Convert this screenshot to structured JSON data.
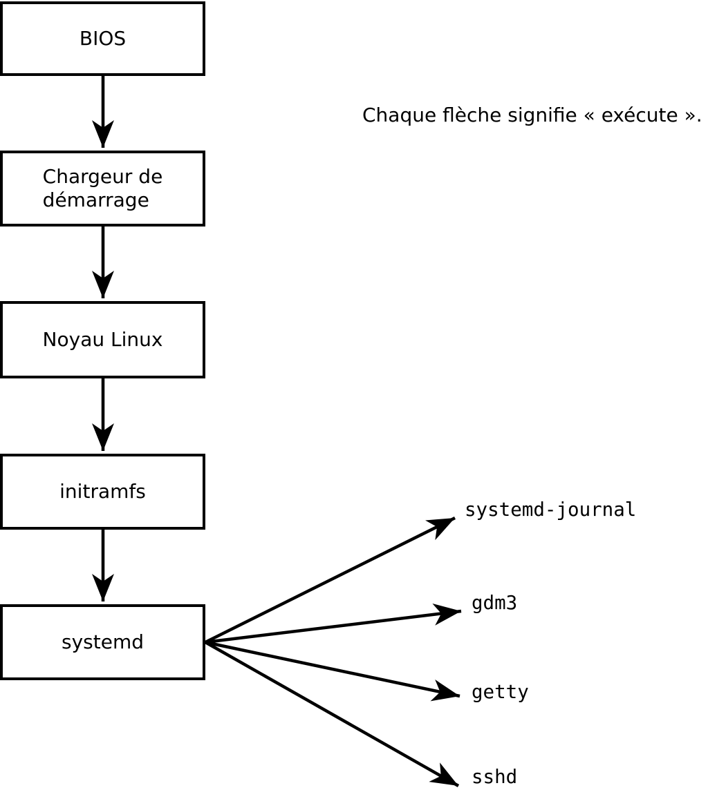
{
  "diagram": {
    "annotation": "Chaque flèche signifie « exécute ».",
    "flow_boxes": [
      {
        "id": "bios",
        "label": "BIOS"
      },
      {
        "id": "bootloader",
        "label": "Chargeur de\ndémarrage"
      },
      {
        "id": "kernel",
        "label": "Noyau Linux"
      },
      {
        "id": "initramfs",
        "label": "initramfs"
      },
      {
        "id": "systemd",
        "label": "systemd"
      }
    ],
    "spawned_processes": [
      "systemd-journal",
      "gdm3",
      "getty",
      "sshd"
    ],
    "edges": [
      {
        "from": "BIOS",
        "to": "Chargeur de démarrage"
      },
      {
        "from": "Chargeur de démarrage",
        "to": "Noyau Linux"
      },
      {
        "from": "Noyau Linux",
        "to": "initramfs"
      },
      {
        "from": "initramfs",
        "to": "systemd"
      },
      {
        "from": "systemd",
        "to": "systemd-journal"
      },
      {
        "from": "systemd",
        "to": "gdm3"
      },
      {
        "from": "systemd",
        "to": "getty"
      },
      {
        "from": "systemd",
        "to": "sshd"
      }
    ],
    "colors": {
      "stroke": "#000000",
      "text": "#000000",
      "box_fill": "#ffffff",
      "background": "#ffffff"
    }
  }
}
